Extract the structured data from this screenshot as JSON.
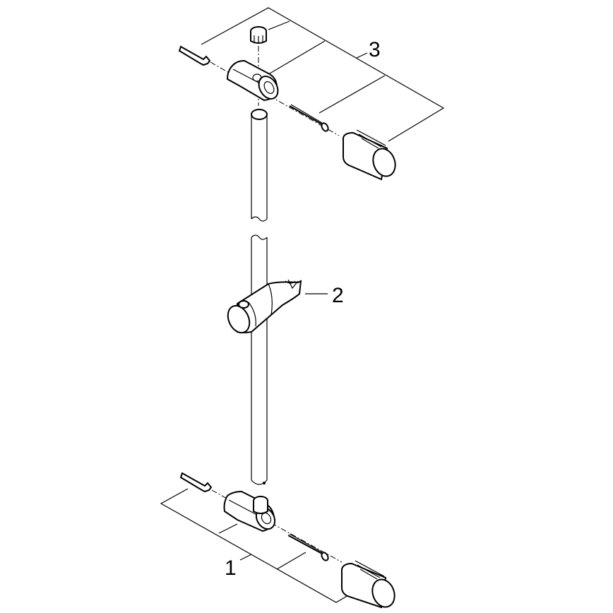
{
  "diagram": {
    "type": "exploded-parts-diagram",
    "subject": "shower rail assembly",
    "background": "#ffffff",
    "line_color": "#000000",
    "parts": [
      {
        "id": "part-1",
        "label": "1",
        "description": "lower wall bracket set (dowel, bracket, screw, cover cap)"
      },
      {
        "id": "part-2",
        "label": "2",
        "description": "sliding shower head holder on rail"
      },
      {
        "id": "part-3",
        "label": "3",
        "description": "upper wall bracket set (dowel, plug, bracket, screw, cover cap)"
      }
    ]
  }
}
